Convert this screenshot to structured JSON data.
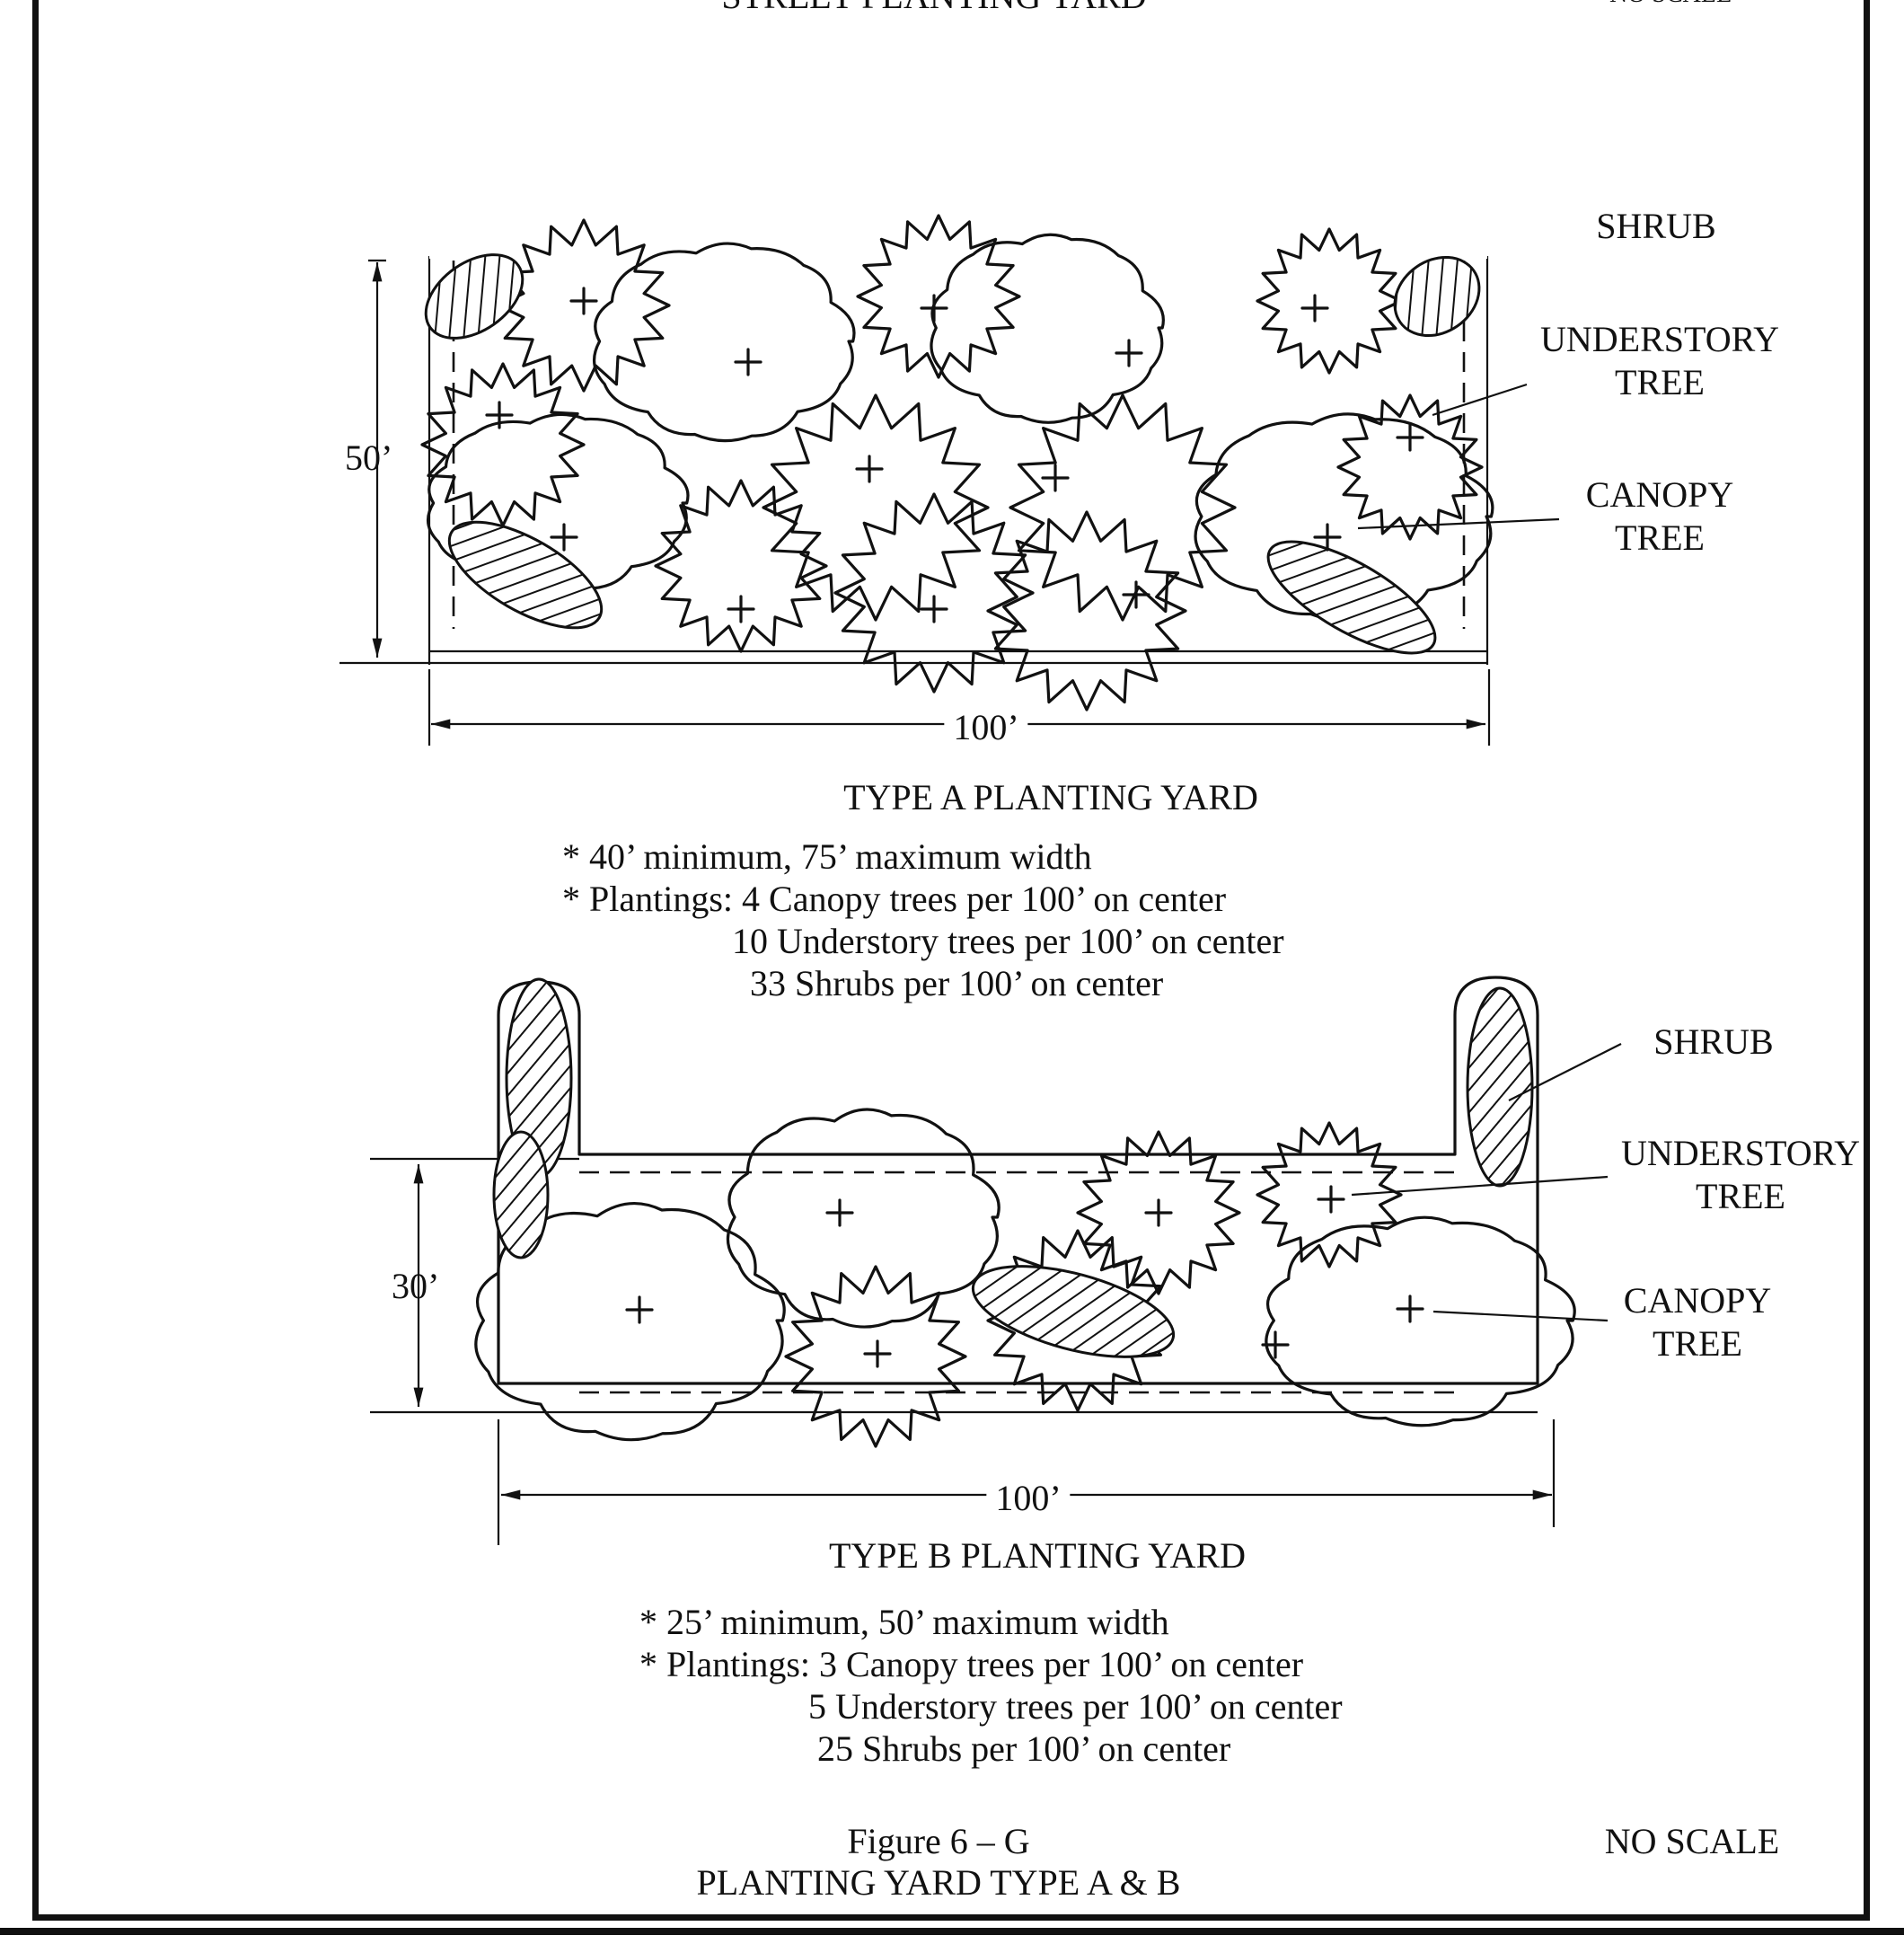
{
  "header": {
    "top_text_left": "STREET PLANTING YARD",
    "top_text_right": "NO SCALE"
  },
  "type_a": {
    "title": "TYPE A PLANTING YARD",
    "width_dim": "100’",
    "depth_dim": "50’",
    "labels": {
      "shrub": "SHRUB",
      "understory_1": "UNDERSTORY",
      "understory_2": "TREE",
      "canopy_1": "CANOPY",
      "canopy_2": "TREE"
    },
    "notes": [
      "* 40’ minimum, 75’ maximum width",
      "* Plantings:  4 Canopy trees per 100’ on center",
      "10 Understory trees per 100’ on center",
      "33 Shrubs per 100’ on center"
    ]
  },
  "type_b": {
    "title": "TYPE B PLANTING YARD",
    "width_dim": "100’",
    "depth_dim": "30’",
    "labels": {
      "shrub": "SHRUB",
      "understory_1": "UNDERSTORY",
      "understory_2": "TREE",
      "canopy_1": "CANOPY",
      "canopy_2": "TREE"
    },
    "notes": [
      "* 25’ minimum, 50’ maximum width",
      "* Plantings:  3 Canopy trees per 100’ on center",
      "5 Understory trees per 100’ on center",
      "25 Shrubs per 100’ on center"
    ]
  },
  "figure": {
    "number": "Figure 6 – G",
    "title": "PLANTING YARD TYPE A & B",
    "scale_note": "NO SCALE"
  },
  "colors": {
    "ink": "#111111",
    "paper": "#ffffff"
  }
}
